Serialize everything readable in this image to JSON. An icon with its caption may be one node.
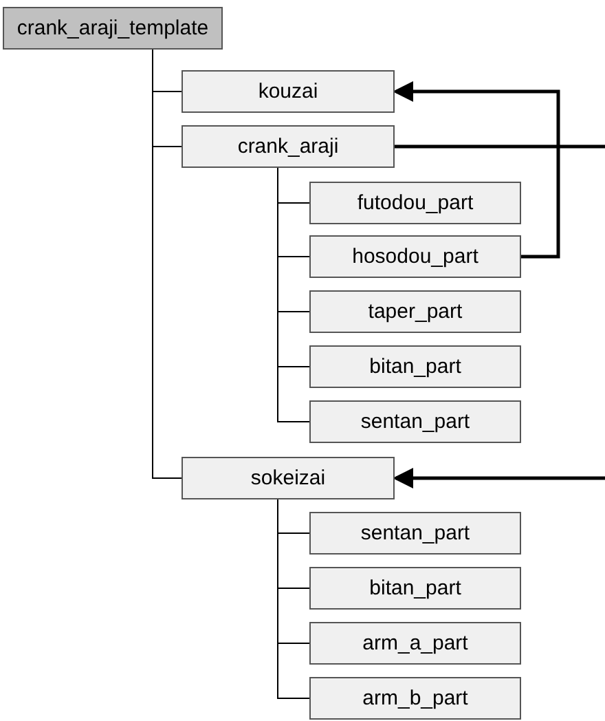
{
  "diagram": {
    "nodes": [
      {
        "text": [
          "crank_araji_template"
        ]
      },
      {
        "text": [
          "kouzai"
        ]
      },
      {
        "text": [
          "crank_araji"
        ]
      },
      {
        "text": [
          "futodou_part"
        ]
      },
      {
        "text": [
          "hosodou_part"
        ]
      },
      {
        "text": [
          "taper_part"
        ]
      },
      {
        "text": [
          "bitan_part"
        ]
      },
      {
        "text": [
          "sentan_part"
        ]
      },
      {
        "text": [
          "sokeizai"
        ]
      },
      {
        "text": [
          "sentan_part"
        ]
      },
      {
        "text": [
          "bitan_part"
        ]
      },
      {
        "text": [
          "arm_a_part"
        ]
      },
      {
        "text": [
          "arm_b_part"
        ]
      }
    ],
    "edges": [
      {
        "from": 0,
        "to": 1,
        "arrow": "none"
      },
      {
        "from": 0,
        "to": 2,
        "arrow": "none"
      },
      {
        "from": 0,
        "to": 8,
        "arrow": "none"
      },
      {
        "from": 2,
        "to": 3,
        "arrow": "none"
      },
      {
        "from": 2,
        "to": 4,
        "arrow": "none"
      },
      {
        "from": 2,
        "to": 5,
        "arrow": "none"
      },
      {
        "from": 2,
        "to": 6,
        "arrow": "none"
      },
      {
        "from": 2,
        "to": 7,
        "arrow": "none"
      },
      {
        "from": 8,
        "to": 9,
        "arrow": "none"
      },
      {
        "from": 8,
        "to": 10,
        "arrow": "none"
      },
      {
        "from": 8,
        "to": 11,
        "arrow": "none"
      },
      {
        "from": 8,
        "to": 12,
        "arrow": "none"
      },
      {
        "from": 4,
        "to": 1,
        "arrow": "to",
        "style": "thick"
      },
      {
        "from": 2,
        "to": null,
        "arrow": "none",
        "style": "thick"
      },
      {
        "from": null,
        "to": 8,
        "arrow": "to",
        "style": "thick"
      }
    ]
  }
}
